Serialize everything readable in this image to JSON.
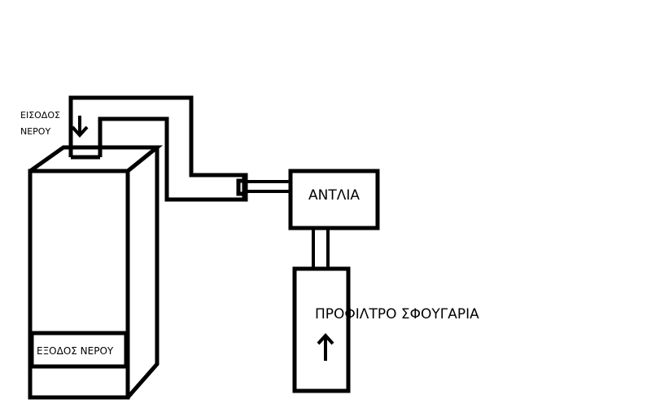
{
  "labels": {
    "inlet_line1": "ΕΙΣΟΔΟΣ",
    "inlet_line2": "ΝΕΡΟΥ",
    "outlet": "ΕΞΟΔΟΣ ΝΕΡΟΥ",
    "pump": "ΑΝΤΛΙΑ",
    "prefilter": "ΠΡΟΦΙΛΤΡΟ ΣΦΟΥΓΑΡΙΑ"
  },
  "colors": {
    "stroke": "#000000",
    "background": "#ffffff"
  }
}
